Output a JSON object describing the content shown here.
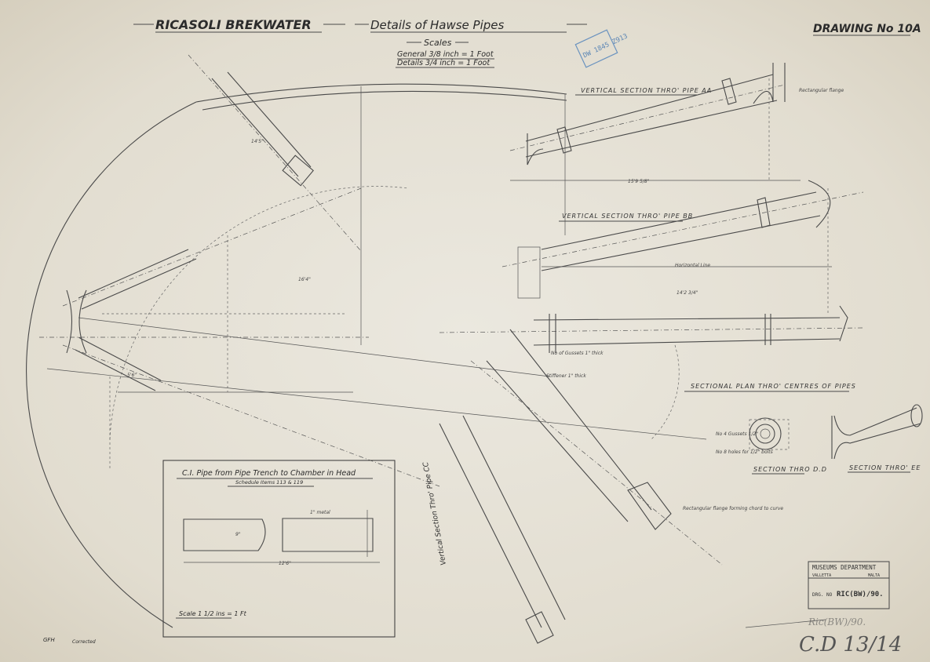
{
  "header": {
    "title": "RICASOLI BREKWATER",
    "subtitle": "Details of Hawse Pipes",
    "drawing_number": "DRAWING No 10A",
    "scales_heading": "Scales",
    "scale_general": "General 3/8 inch = 1 Foot",
    "scale_details": "Details 3/4 inch = 1 Foot"
  },
  "archive_stamp_blue": "DW 1845 Z913",
  "sections": {
    "aa": "VERTICAL SECTION THRO' PIPE AA",
    "bb": "VERTICAL SECTION THRO' PIPE BB",
    "plan": "SECTIONAL PLAN THRO' CENTRES OF PIPES",
    "dd": "SECTION THRO D.D",
    "ee": "SECTION THRO' EE",
    "cc": "Vertical Section Thro' Pipe CC"
  },
  "annotations": {
    "rect_flange": "Rectangular flange",
    "horizontal_line": "Horizontal Line",
    "gussets": "No of Gussets 1\" thick",
    "stiffener": "Stiffener 1\" thick",
    "rect_flange_curve": "Rectangular flange forming chord to curve",
    "gussets_dd": "No 4 Gussets 1/2\"",
    "holes_dd": "No 8 holes for 1/2\" bolts",
    "dim_15": "15'9 5/8\"",
    "dim_14": "14'5\"",
    "dim_16": "16'4\"",
    "dim_5": "5'6\"",
    "dim_bb": "14'2 3/4\""
  },
  "inset": {
    "title": "C.I. Pipe from Pipe Trench to Chamber in Head",
    "subtitle": "Schedule Items 113 & 119",
    "metal_note": "1\" metal",
    "length": "12'6\"",
    "bore": "9\"",
    "scale": "Scale 1 1/2 ins = 1 Ft"
  },
  "stamp": {
    "line1": "MUSEUMS DEPARTMENT",
    "city": "VALLETTA",
    "country": "MALTA",
    "drg_label": "DRG. NO",
    "drg_value": "RIC(BW)/90."
  },
  "pencil": {
    "ref": "Ric(BW)/90.",
    "cd": "C.D 13/14"
  },
  "signatures": {
    "left": "GFH",
    "corrected": "Corrected"
  }
}
